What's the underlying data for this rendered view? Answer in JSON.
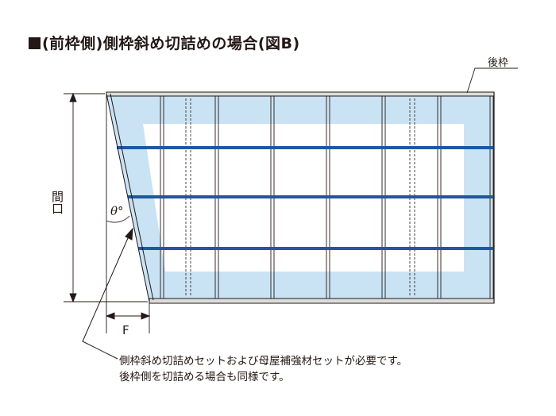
{
  "title": "(前枠側)側枠斜め切詰めの場合(図B)",
  "labels": {
    "back_frame": "後枠",
    "door_opening": "間口",
    "angle": "θ°",
    "f_dimension": "F"
  },
  "notes": [
    "側枠斜め切詰めセットおよび母屋補強材セットが必要です。",
    "後枠側を切詰める場合も同様です。"
  ],
  "colors": {
    "panel_fill": "#c9e3f4",
    "panel_inner": "#ffffff",
    "purlin": "#1f57a6",
    "frame_line": "#231815"
  }
}
